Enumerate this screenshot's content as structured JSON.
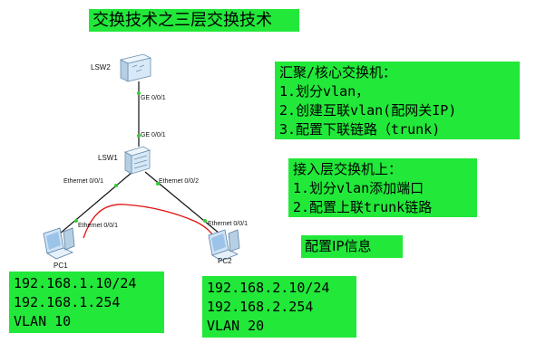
{
  "title": "交换技术之三层交换技术",
  "core_box": {
    "lines": [
      "汇聚/核心交换机：",
      "1.划分vlan，",
      "2.创建互联vlan(配网关IP)",
      "3.配置下联链路（trunk)"
    ]
  },
  "access_box": {
    "lines": [
      "接入层交换机上：",
      "1.划分vlan添加端口",
      "2.配置上联trunk链路"
    ]
  },
  "ip_box": {
    "label": "配置IP信息"
  },
  "pc1_box": {
    "lines": [
      "192.168.1.10/24",
      "192.168.1.254",
      "VLAN 10"
    ]
  },
  "pc2_box": {
    "lines": [
      "192.168.2.10/24",
      "192.168.2.254",
      "VLAN 20"
    ]
  },
  "devices": {
    "lsw2": "LSW2",
    "lsw1": "LSW1",
    "pc1": "PC1",
    "pc2": "PC2"
  },
  "ports": {
    "lsw2_down": "GE 0/0/1",
    "lsw1_up": "GE 0/0/1",
    "lsw1_left": "Ethernet 0/0/1",
    "lsw1_right": "Ethernet 0/0/2",
    "pc1_port": "Ethernet 0/0/1",
    "pc2_port": "Ethernet 0/0/1"
  },
  "colors": {
    "box_fill": "#22e83a",
    "link": "#111111",
    "port_dot": "#33cc33",
    "annotation": "#e01010"
  }
}
